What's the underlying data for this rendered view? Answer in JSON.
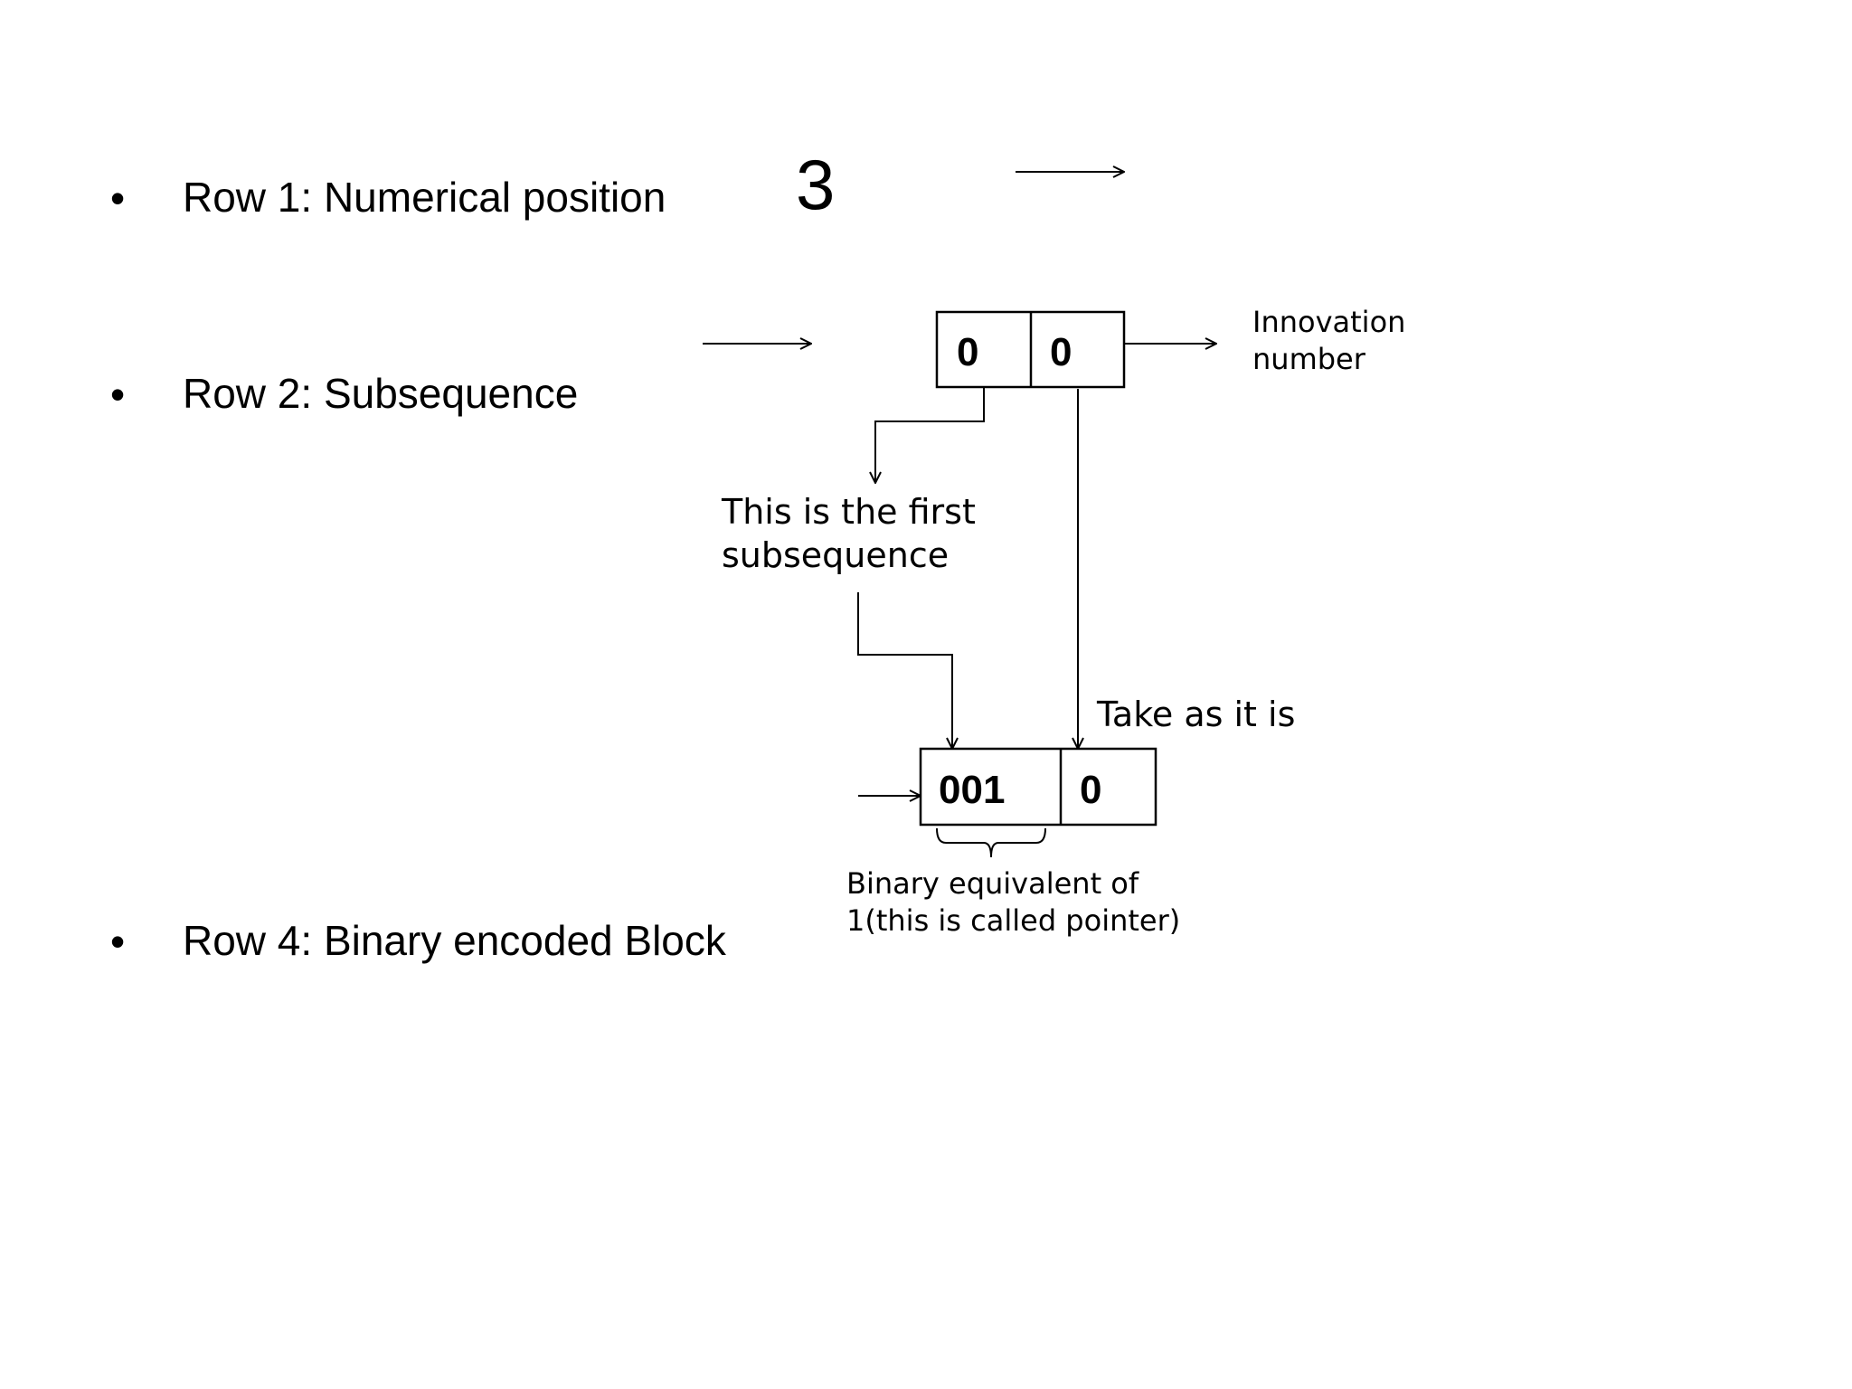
{
  "bullets": {
    "symbol": "•",
    "row1": "Row 1: Numerical position",
    "row2": "Row 2: Subsequence",
    "row4": "Row 4: Binary encoded Block"
  },
  "position_value": "3",
  "subsequence_box": {
    "cell1": "0",
    "cell2": "0"
  },
  "encoded_box": {
    "cell1": "001",
    "cell2": "0"
  },
  "labels": {
    "innovation_line1": "Innovation",
    "innovation_line2": "number",
    "first_sub_line1": "This is the first",
    "first_sub_line2": "subsequence",
    "take_as_is": "Take as it is",
    "binary_line1": "Binary equivalent of",
    "binary_line2": "1(this is called pointer)"
  }
}
